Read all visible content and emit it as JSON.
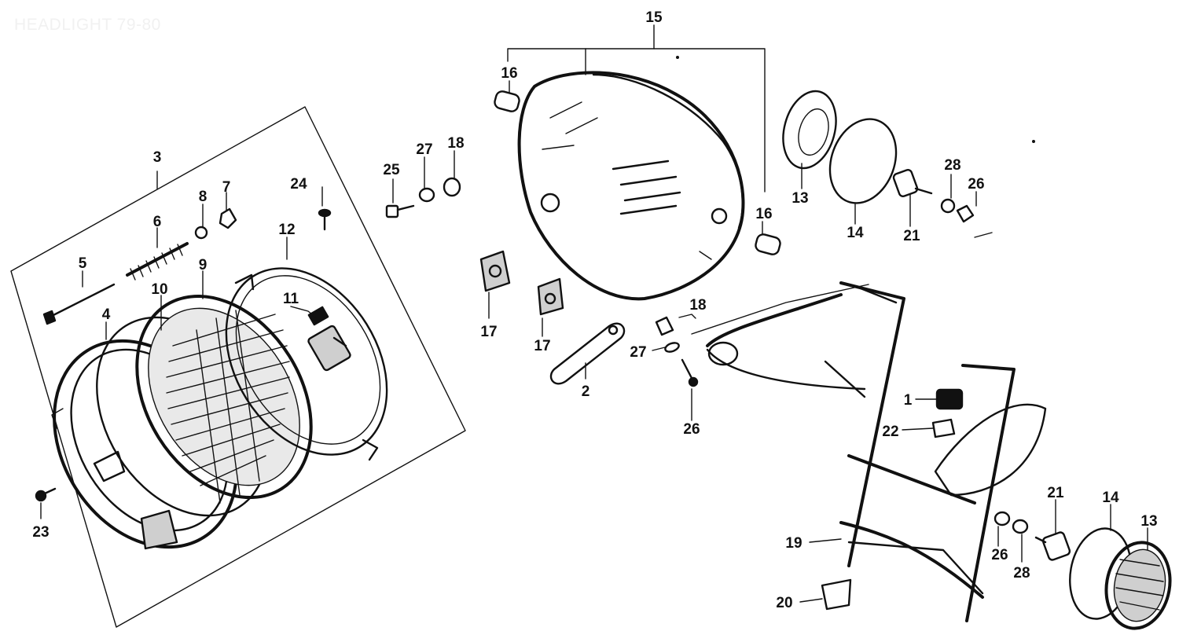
{
  "title": "HEADLIGHT 79-80",
  "callouts": [
    {
      "id": "c1",
      "text": "1"
    },
    {
      "id": "c2",
      "text": "2"
    },
    {
      "id": "c3",
      "text": "3"
    },
    {
      "id": "c4",
      "text": "4"
    },
    {
      "id": "c5",
      "text": "5"
    },
    {
      "id": "c6",
      "text": "6"
    },
    {
      "id": "c7",
      "text": "7"
    },
    {
      "id": "c8",
      "text": "8"
    },
    {
      "id": "c9",
      "text": "9"
    },
    {
      "id": "c10",
      "text": "10"
    },
    {
      "id": "c11",
      "text": "11"
    },
    {
      "id": "c12",
      "text": "12"
    },
    {
      "id": "c13a",
      "text": "13"
    },
    {
      "id": "c13b",
      "text": "13"
    },
    {
      "id": "c14a",
      "text": "14"
    },
    {
      "id": "c14b",
      "text": "14"
    },
    {
      "id": "c15",
      "text": "15"
    },
    {
      "id": "c16a",
      "text": "16"
    },
    {
      "id": "c16b",
      "text": "16"
    },
    {
      "id": "c17a",
      "text": "17"
    },
    {
      "id": "c17b",
      "text": "17"
    },
    {
      "id": "c18a",
      "text": "18"
    },
    {
      "id": "c18b",
      "text": "18"
    },
    {
      "id": "c19",
      "text": "19"
    },
    {
      "id": "c20",
      "text": "20"
    },
    {
      "id": "c21a",
      "text": "21"
    },
    {
      "id": "c21b",
      "text": "21"
    },
    {
      "id": "c22",
      "text": "22"
    },
    {
      "id": "c23",
      "text": "23"
    },
    {
      "id": "c24",
      "text": "24"
    },
    {
      "id": "c25",
      "text": "25"
    },
    {
      "id": "c26a",
      "text": "26"
    },
    {
      "id": "c26b",
      "text": "26"
    },
    {
      "id": "c26c",
      "text": "26"
    },
    {
      "id": "c27a",
      "text": "27"
    },
    {
      "id": "c27b",
      "text": "27"
    },
    {
      "id": "c28a",
      "text": "28"
    },
    {
      "id": "c28b",
      "text": "28"
    }
  ]
}
